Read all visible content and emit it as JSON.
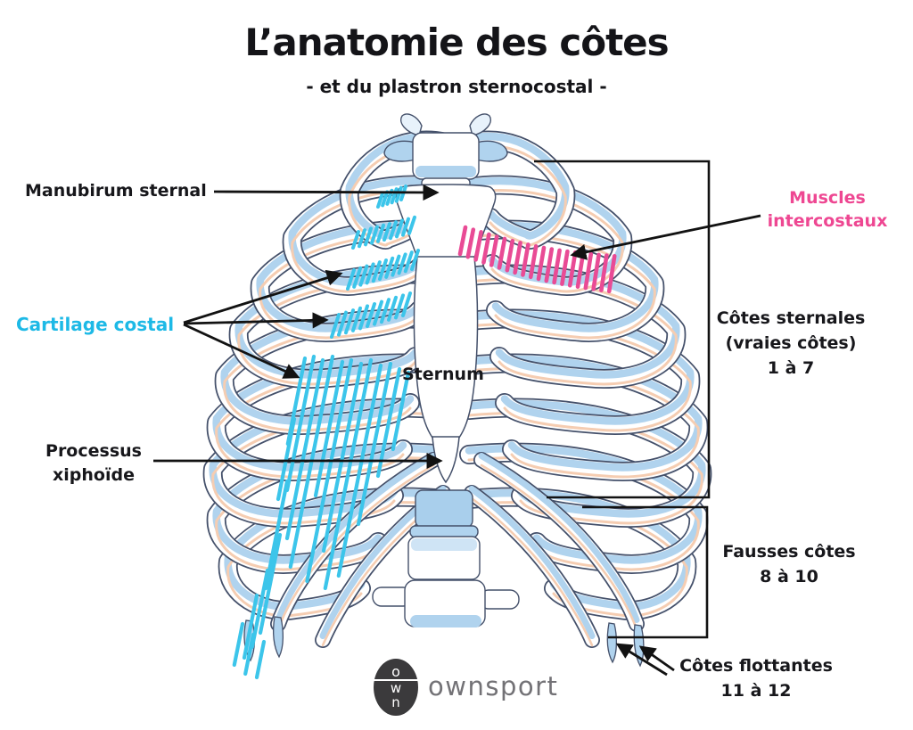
{
  "title": "L’anatomie des côtes",
  "subtitle": "- et du plastron sternocostal -",
  "labels": {
    "manubrium": "Manubirum sternal",
    "muscles_line1": "Muscles",
    "muscles_line2": "intercostaux",
    "cartilage": "Cartilage costal",
    "sternum": "Sternum",
    "sternales_line1": "Côtes sternales",
    "sternales_line2": "(vraies côtes)",
    "sternales_line3": "1 à 7",
    "processus_line1": "Processus",
    "processus_line2": "xiphoïde",
    "fausses_line1": "Fausses côtes",
    "fausses_line2": "8 à 10",
    "flottantes_line1": "Côtes flottantes",
    "flottantes_line2": "11 à 12"
  },
  "logo": {
    "brand": "ownsport",
    "monogram": [
      "o",
      "w",
      "n"
    ]
  },
  "colors": {
    "background": "#ffffff",
    "text_black": "#17171b",
    "cartilage_cyan": "#1db9e6",
    "muscles_pink": "#ee4792",
    "rib_blue": "#b0d3ee",
    "rib_outline": "#44506a",
    "peach_accent": "#f5cdb2",
    "hatch_cyan": "#3cc5ea",
    "hatch_pink": "#e94b95",
    "logo_dark": "#3b3a3c",
    "logo_gray": "#737276"
  }
}
